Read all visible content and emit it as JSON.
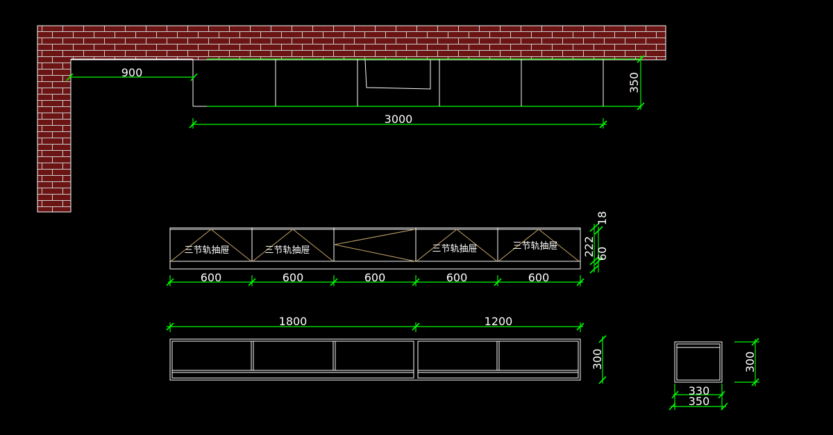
{
  "colors": {
    "background": "#000000",
    "dimension": "#00ff00",
    "lines": "#ffffff",
    "brick": "#6b1414",
    "mortar": "#cfcfcf",
    "drawer_mark": "#c8a86b"
  },
  "wall_cabinet": {
    "left_offset": "900",
    "total_length": "3000",
    "height": "350"
  },
  "drawer_elevation": {
    "drawer_label": "三节轨抽屉",
    "widths": [
      "600",
      "600",
      "600",
      "600",
      "600"
    ],
    "height_total": "222",
    "height_top": "18",
    "height_base": "60"
  },
  "cabinet_elevation": {
    "left_length": "1800",
    "right_length": "1200",
    "height": "300"
  },
  "side_section": {
    "height": "300",
    "inner_width": "330",
    "outer_width": "350"
  }
}
